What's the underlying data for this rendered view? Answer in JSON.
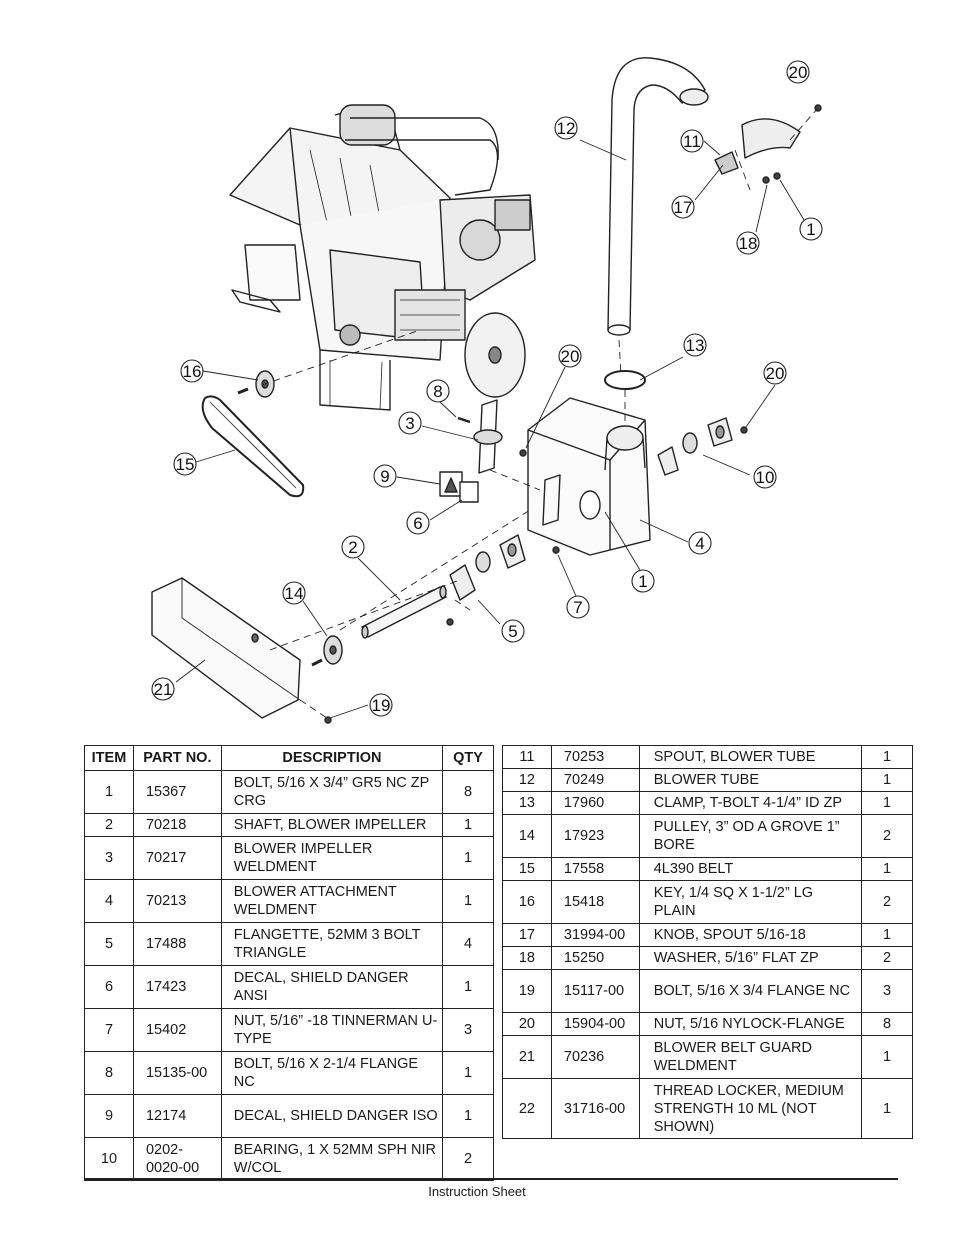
{
  "callouts": [
    "20",
    "12",
    "11",
    "17",
    "18",
    "1",
    "16",
    "15",
    "20",
    "13",
    "20",
    "8",
    "3",
    "10",
    "9",
    "6",
    "4",
    "2",
    "1",
    "7",
    "14",
    "5",
    "21",
    "19"
  ],
  "table_left": {
    "headers": [
      "ITEM",
      "PART NO.",
      "DESCRIPTION",
      "QTY"
    ],
    "rows": [
      {
        "item": "1",
        "part": "15367",
        "desc": "BOLT, 5/16 X 3/4” GR5 NC ZP CRG",
        "qty": "8"
      },
      {
        "item": "2",
        "part": "70218",
        "desc": "SHAFT, BLOWER IMPELLER",
        "qty": "1"
      },
      {
        "item": "3",
        "part": "70217",
        "desc": "BLOWER IMPELLER WELDMENT",
        "qty": "1"
      },
      {
        "item": "4",
        "part": "70213",
        "desc": "BLOWER ATTACHMENT WELDMENT",
        "qty": "1"
      },
      {
        "item": "5",
        "part": "17488",
        "desc": "FLANGETTE, 52MM 3 BOLT TRIANGLE",
        "qty": "4"
      },
      {
        "item": "6",
        "part": "17423",
        "desc": "DECAL, SHIELD DANGER ANSI",
        "qty": "1"
      },
      {
        "item": "7",
        "part": "15402",
        "desc": "NUT, 5/16” -18 TINNERMAN U-TYPE",
        "qty": "3"
      },
      {
        "item": "8",
        "part": "15135-00",
        "desc": "BOLT, 5/16 X 2-1/4 FLANGE NC",
        "qty": "1"
      },
      {
        "item": "9",
        "part": "12174",
        "desc": "DECAL, SHIELD DANGER ISO",
        "qty": "1"
      },
      {
        "item": "10",
        "part": "0202-0020-00",
        "desc": "BEARING, 1 X 52MM SPH NIR W/COL",
        "qty": "2"
      }
    ]
  },
  "table_right": {
    "rows": [
      {
        "item": "11",
        "part": "70253",
        "desc": "SPOUT, BLOWER TUBE",
        "qty": "1"
      },
      {
        "item": "12",
        "part": "70249",
        "desc": "BLOWER TUBE",
        "qty": "1"
      },
      {
        "item": "13",
        "part": "17960",
        "desc": "CLAMP, T-BOLT 4-1/4” ID ZP",
        "qty": "1"
      },
      {
        "item": "14",
        "part": "17923",
        "desc": "PULLEY, 3” OD A GROVE 1” BORE",
        "qty": "2"
      },
      {
        "item": "15",
        "part": "17558",
        "desc": "4L390 BELT",
        "qty": "1"
      },
      {
        "item": "16",
        "part": "15418",
        "desc": "KEY, 1/4 SQ X 1-1/2” LG PLAIN",
        "qty": "2"
      },
      {
        "item": "17",
        "part": "31994-00",
        "desc": "KNOB, SPOUT 5/16-18",
        "qty": "1"
      },
      {
        "item": "18",
        "part": "15250",
        "desc": "WASHER, 5/16” FLAT ZP",
        "qty": "2"
      },
      {
        "item": "19",
        "part": "15117-00",
        "desc": "BOLT, 5/16 X 3/4 FLANGE NC",
        "qty": "3"
      },
      {
        "item": "20",
        "part": "15904-00",
        "desc": "NUT, 5/16 NYLOCK-FLANGE",
        "qty": "8"
      },
      {
        "item": "21",
        "part": "70236",
        "desc": "BLOWER BELT GUARD WELDMENT",
        "qty": "1"
      },
      {
        "item": "22",
        "part": "31716-00",
        "desc": "THREAD LOCKER, MEDIUM STRENGTH 10 ML (NOT SHOWN)",
        "qty": "1"
      }
    ]
  },
  "footer": {
    "text": "Instruction Sheet"
  }
}
